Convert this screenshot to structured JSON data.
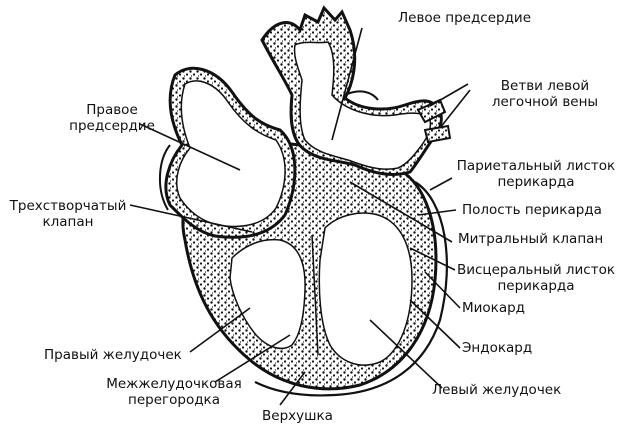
{
  "labels": {
    "left_atrium": "Левое предсердие",
    "left_pulmonary_branches": [
      "Ветви левой",
      "легочной вены"
    ],
    "right_atrium": [
      "Правое",
      "предсердие"
    ],
    "parietal_pericardium": [
      "Париетальный листок",
      "перикарда"
    ],
    "pericardial_cavity": "Полость перикарда",
    "tricuspid_valve": [
      "Трехстворчатый",
      "клапан"
    ],
    "mitral_valve": "Митральный клапан",
    "visceral_pericardium": [
      "Висцеральный листок",
      "перикарда"
    ],
    "myocardium": "Миокард",
    "endocardium": "Эндокард",
    "right_ventricle": "Правый желудочек",
    "interventricular_septum": [
      "Межжелудочковая",
      "перегородка"
    ],
    "left_ventricle": "Левый желудочек",
    "apex": "Верхушка"
  },
  "colors": {
    "ink": "#111111",
    "muscle_fill": "#2a2a2a",
    "chamber_fill": "#ffffff"
  }
}
